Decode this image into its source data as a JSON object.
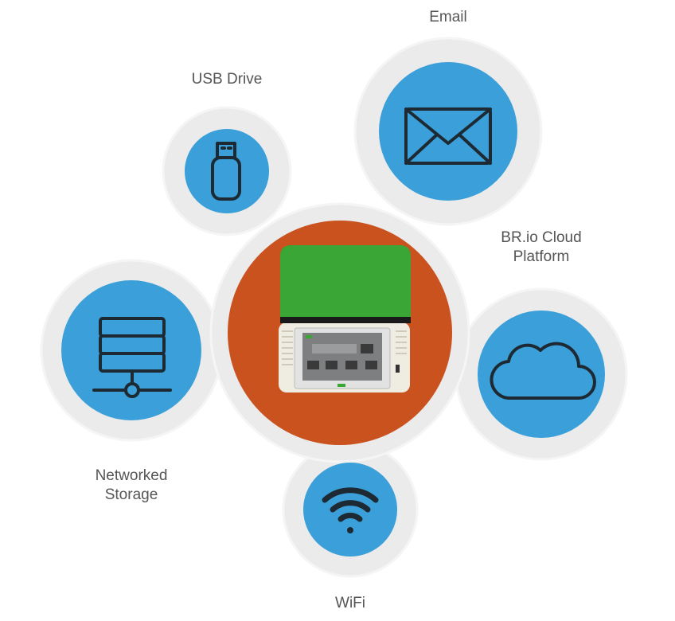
{
  "colors": {
    "blue": "#3b9fd9",
    "orange": "#c9521f",
    "ring": "#ebebeb",
    "green": "#3aa635",
    "icon_stroke": "#1d2a33"
  },
  "nodes": {
    "usb": {
      "label": "USB Drive",
      "icon": "usb-drive-icon"
    },
    "email": {
      "label": "Email",
      "icon": "envelope-icon"
    },
    "cloud": {
      "label_line1": "BR.io Cloud",
      "label_line2": "Platform",
      "icon": "cloud-icon"
    },
    "storage": {
      "label_line1": "Networked",
      "label_line2": "Storage",
      "icon": "server-icon"
    },
    "wifi": {
      "label": "WiFi",
      "icon": "wifi-icon"
    },
    "center": {
      "icon": "instrument-device-image"
    }
  }
}
